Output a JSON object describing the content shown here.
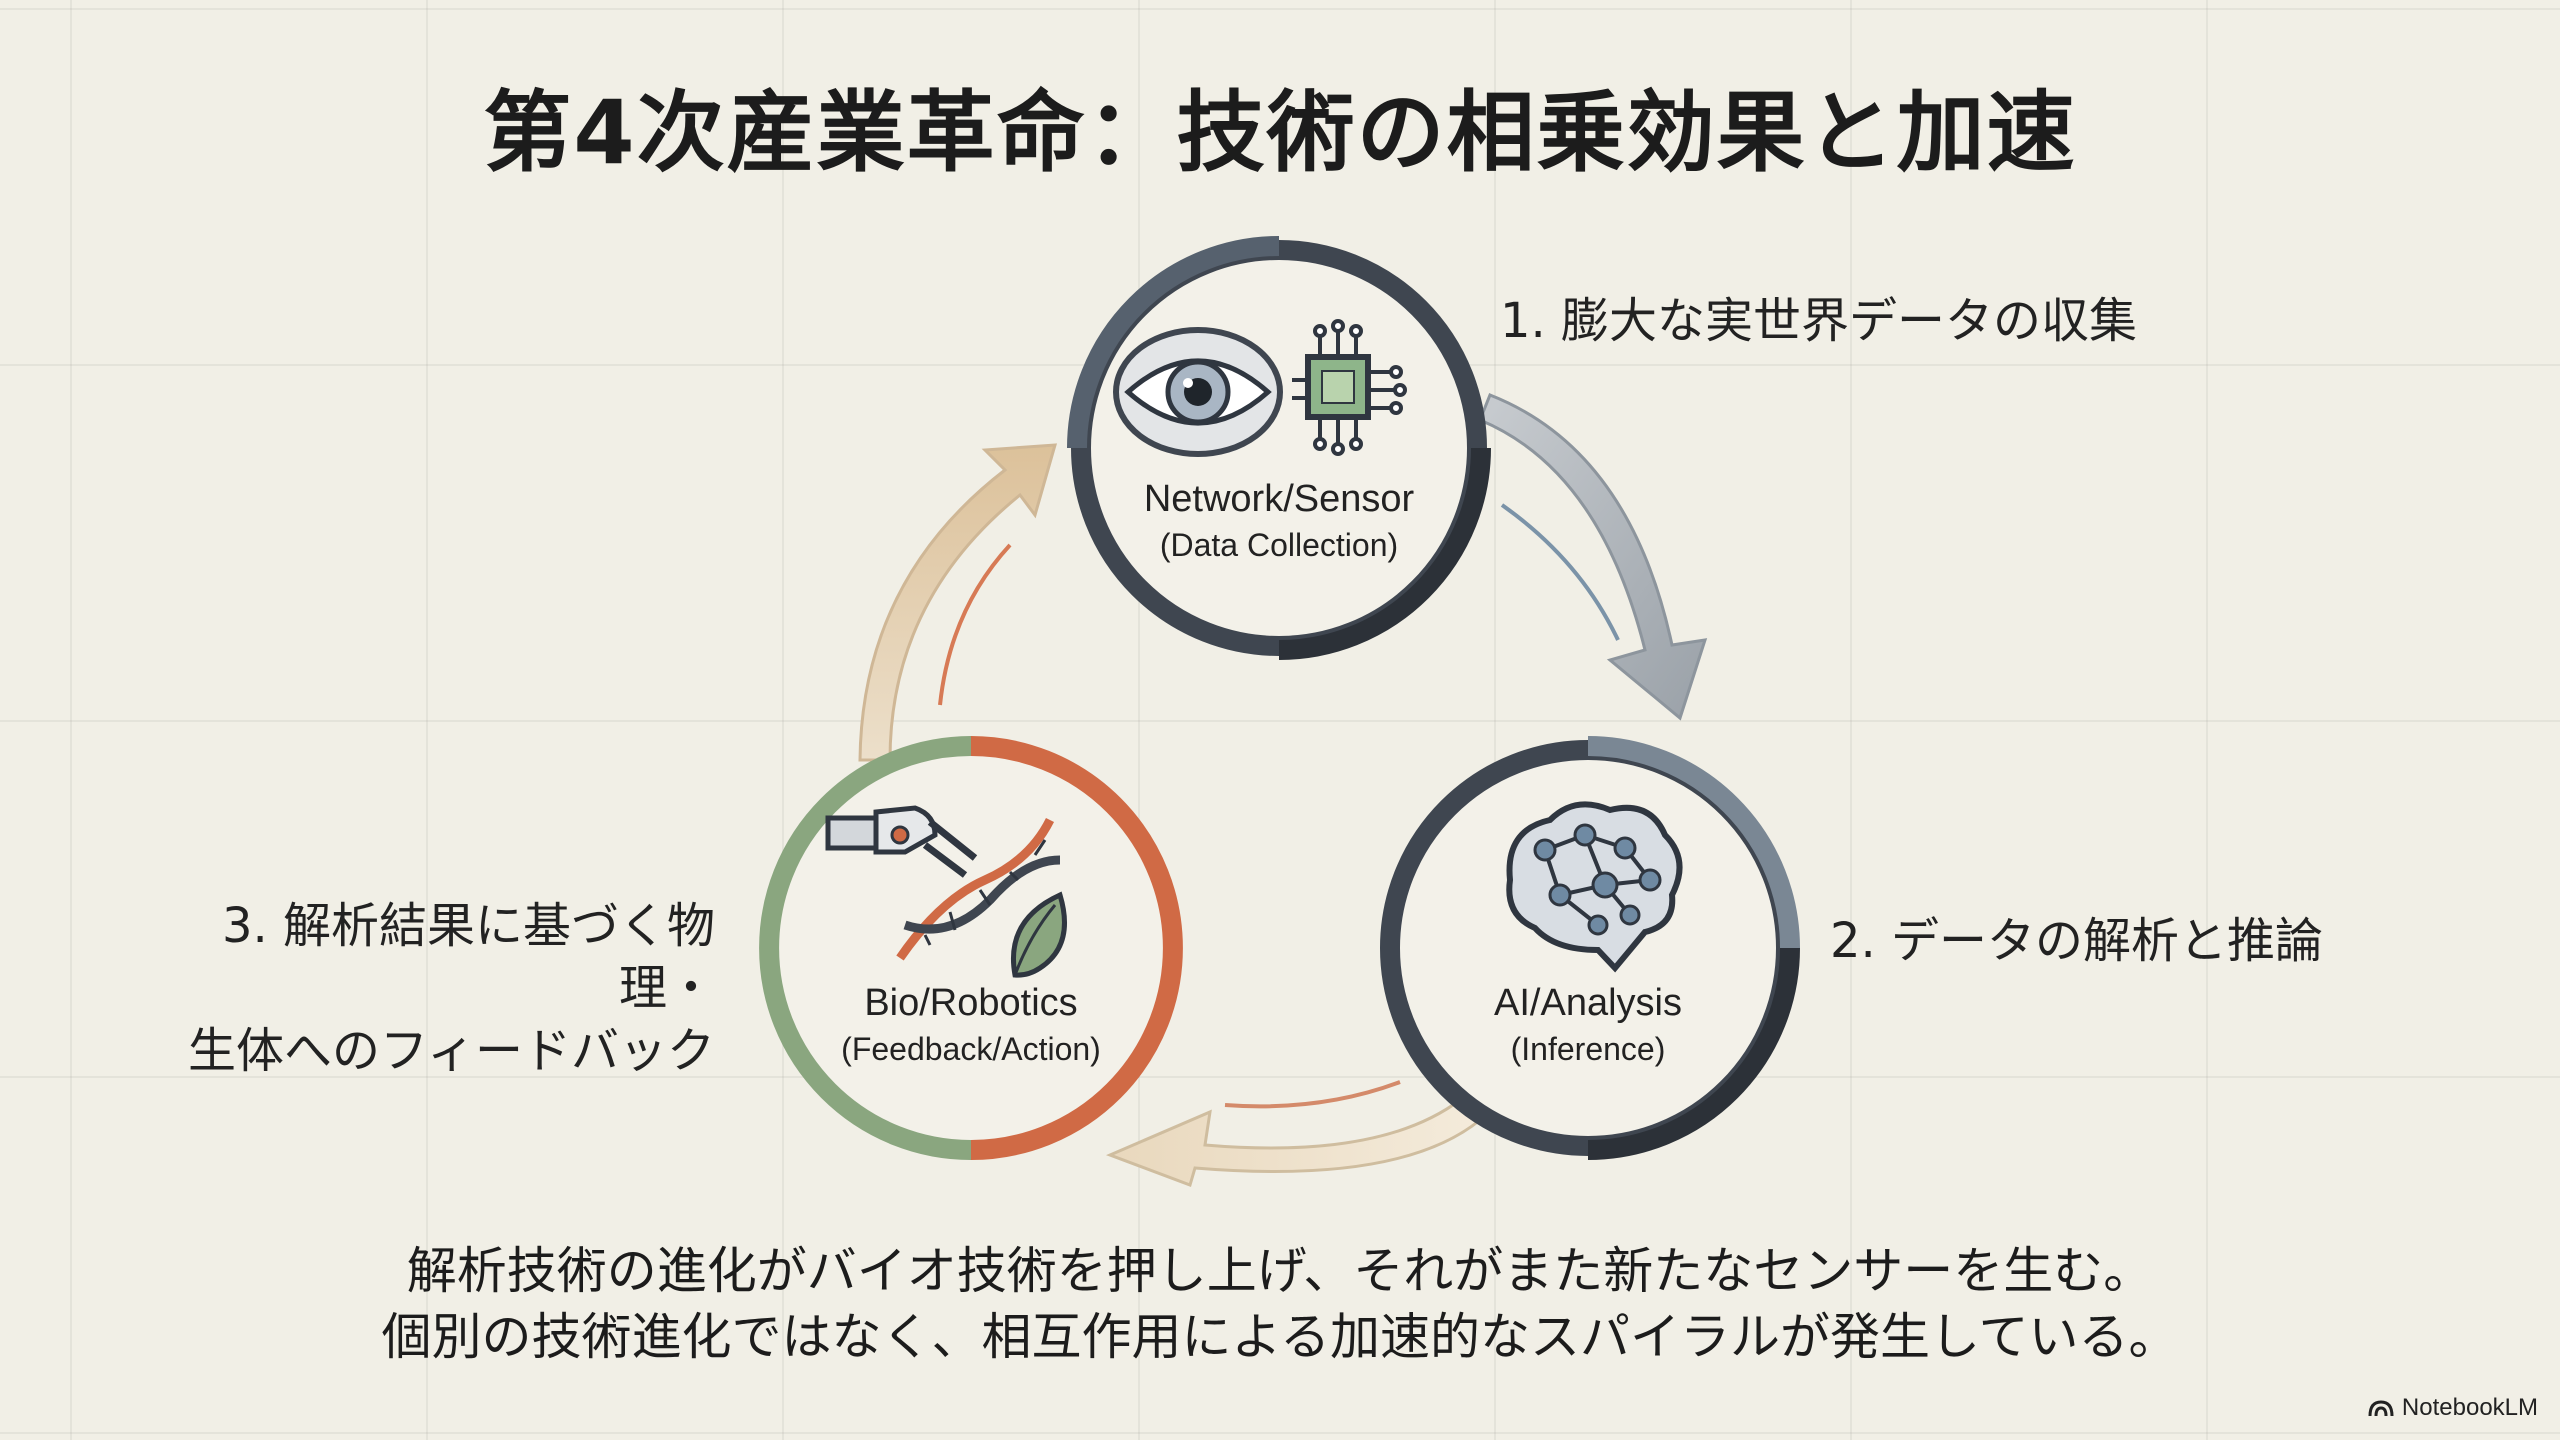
{
  "title": "第4次産業革命：技術の相乗効果と加速",
  "steps": {
    "step1": "1. 膨大な実世界データの収集",
    "step2": "2. データの解析と推論",
    "step3_line1": "3. 解析結果に基づく物理・",
    "step3_line2": "生体へのフィードバック"
  },
  "nodes": {
    "top": {
      "main": "Network/Sensor",
      "sub": "(Data Collection)",
      "icons": [
        "eye-icon",
        "chip-icon"
      ]
    },
    "right": {
      "main": "AI/Analysis",
      "sub": "(Inference)",
      "icons": [
        "brain-network-icon"
      ]
    },
    "left": {
      "main": "Bio/Robotics",
      "sub": "(Feedback/Action)",
      "icons": [
        "robot-hand-icon",
        "dna-icon",
        "leaf-icon"
      ]
    }
  },
  "bottom": {
    "line1": "解析技術の進化がバイオ技術を押し上げ、それがまた新たなセンサーを生む。",
    "line2": "個別の技術進化ではなく、相互作用による加速的なスパイラルが発生している。"
  },
  "brand": "NotebookLM",
  "colors": {
    "background": "#f1efe6",
    "ring_dark": "#3f4650",
    "ring_gray": "#6f7c89",
    "ring_green": "#8aa67f",
    "ring_orange": "#d06a45",
    "arrow_gray": "#a9aeb3",
    "arrow_tan": "#e1cfb3"
  }
}
